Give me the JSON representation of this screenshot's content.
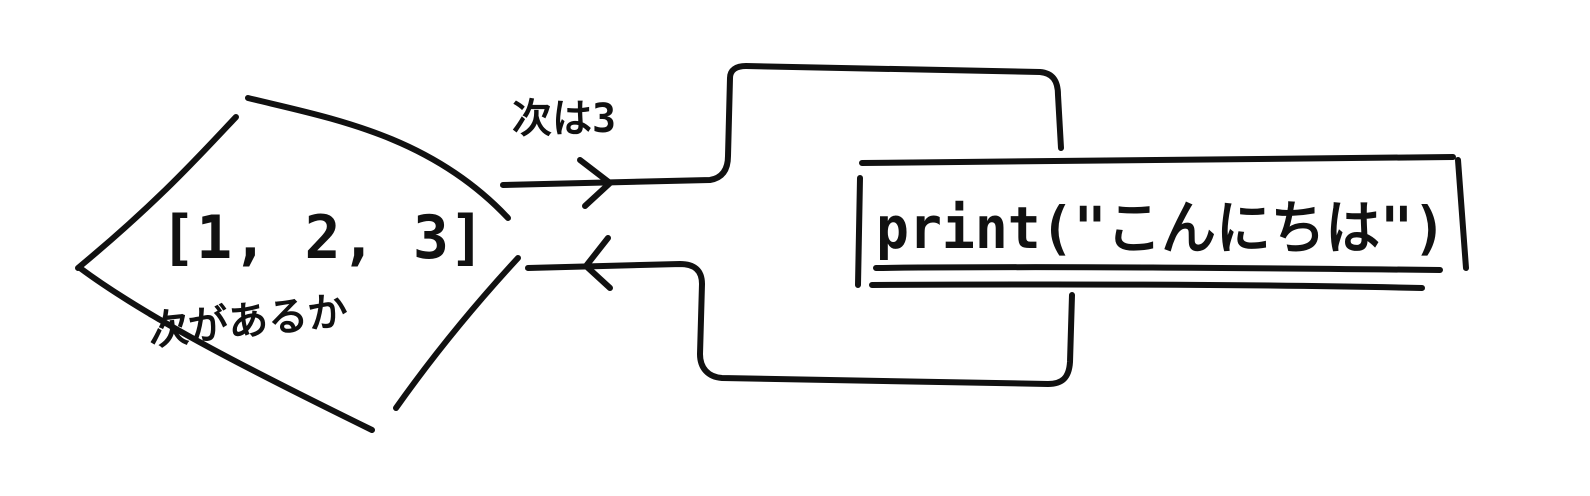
{
  "diagram": {
    "decision_node": {
      "line1": "[1, 2, 3]",
      "line2": "次があるか"
    },
    "edge_label": "次は3",
    "loop_body": {
      "statement": "print(\"こんにちは\")"
    },
    "colors": {
      "ink": "#111111",
      "background": "#ffffff"
    }
  }
}
